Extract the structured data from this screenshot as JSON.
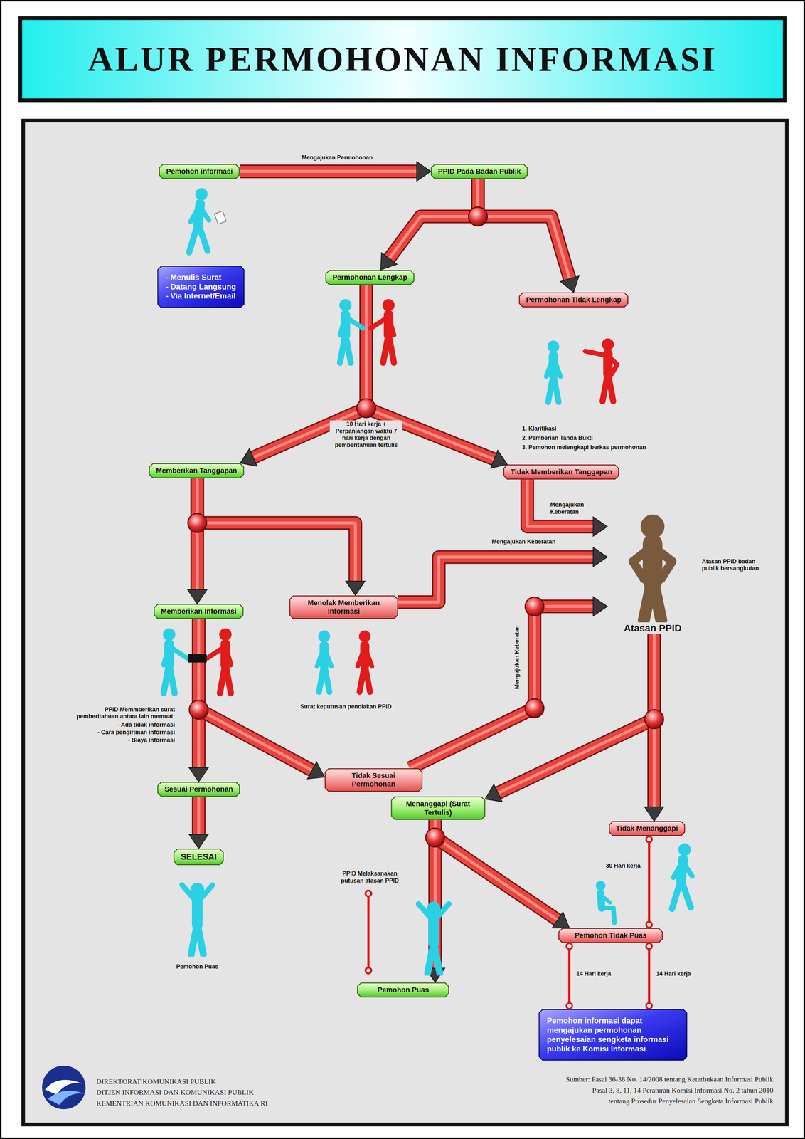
{
  "diagram": {
    "title": "ALUR PERMOHONAN INFORMASI",
    "nodes": [
      {
        "text": [
          "Pemohon informasi"
        ]
      },
      {
        "text": [
          "- Menulis Surat",
          "- Datang Langsung",
          "- Via Internet/Email"
        ]
      },
      {
        "text": [
          "PPID Pada Badan Publik"
        ]
      },
      {
        "text": [
          "Permohonan Lengkap"
        ]
      },
      {
        "text": [
          "Permohonan Tidak Lengkap"
        ]
      },
      {
        "text": [
          "Memberikan Tanggapan"
        ]
      },
      {
        "text": [
          "Tidak Memberikan Tanggapan"
        ]
      },
      {
        "text": [
          "Atasan PPID"
        ]
      },
      {
        "text": [
          "Memberikan Informasi"
        ]
      },
      {
        "text": [
          "Menolak Memberikan Informasi"
        ]
      },
      {
        "text": [
          "Sesuai Permohonan"
        ]
      },
      {
        "text": [
          "Tidak Sesuai Permohonan"
        ]
      },
      {
        "text": [
          "SELESAI"
        ]
      },
      {
        "text": [
          "Menanggapi (Surat Tertulis)"
        ]
      },
      {
        "text": [
          "Tidak Menanggapi"
        ]
      },
      {
        "text": [
          "Pemohon Tidak Puas"
        ]
      },
      {
        "text": [
          "Pemohon Puas"
        ]
      },
      {
        "text": [
          "Pemohon informasi dapat mengajukan permohonan penyelesaian sengketa informasi publik ke Komisi Informasi"
        ]
      }
    ],
    "edges": [
      {
        "from": 0,
        "to": 2,
        "arrow": "to",
        "label": "Mengajukan Permohonan"
      },
      {
        "from": 2,
        "to": 3,
        "arrow": "to"
      },
      {
        "from": 2,
        "to": 4,
        "arrow": "to"
      },
      {
        "from": 3,
        "to": 5,
        "arrow": "to"
      },
      {
        "from": 3,
        "to": 6,
        "arrow": "to"
      },
      {
        "from": 5,
        "to": 8,
        "arrow": "to"
      },
      {
        "from": 5,
        "to": 9,
        "arrow": "to"
      },
      {
        "from": 6,
        "to": 7,
        "arrow": "to",
        "label": "Mengajukan Keberatan"
      },
      {
        "from": 9,
        "to": 7,
        "arrow": "to",
        "label": "Mengajukan Keberatan"
      },
      {
        "from": 11,
        "to": 7,
        "arrow": "to",
        "label": "Mengajukan Keberatan"
      },
      {
        "from": 8,
        "to": 10,
        "arrow": "to"
      },
      {
        "from": 8,
        "to": 11,
        "arrow": "to"
      },
      {
        "from": 10,
        "to": 12,
        "arrow": "to"
      },
      {
        "from": 7,
        "to": 13,
        "arrow": "to"
      },
      {
        "from": 7,
        "to": 14,
        "arrow": "to"
      },
      {
        "from": 13,
        "to": 16,
        "arrow": "to"
      },
      {
        "from": 13,
        "to": 15,
        "arrow": "to"
      },
      {
        "from": 14,
        "to": 15,
        "arrow": "none",
        "label": "30 Hari kerja"
      },
      {
        "from": 15,
        "to": 17,
        "arrow": "none",
        "label": "14 Hari kerja"
      },
      {
        "from": 15,
        "to": 17,
        "arrow": "none",
        "label": "14 Hari kerja"
      }
    ],
    "labels": [
      "1. Klarifikasi",
      "2. Pemberian Tanda Bukti",
      "3. Pemohon melengkapi berkas permohonan",
      "10 Hari kerja + Perpanjangan waktu 7 hari kerja dengan pemberitahuan tertulis",
      "Atasan PPID badan publik bersangkutan",
      "PPID Memmberikan surat pemberitahuan antara lain memuat:",
      "- Ada tidak informasi",
      "- Cara pengiriman informasi",
      "- Biaya informasi",
      "Surat keputusan penolakan PPID",
      "Pemohon Puas",
      "PPID Melaksanakan putusan atasan PPID",
      "DIREKTORAT KOMUNIKASI PUBLIK",
      "DITJEN INFORMASI DAN KOMUNIKASI PUBLIK",
      "KEMENTRIAN KOMUNIKASI DAN INFORMATIKA RI",
      "Sumber: Pasal 36-38 No. 14/2008 tentang Keterbukaan Informasi Publik",
      "Pasal 3, 8, 11, 14 Peraturan Komisi Informasi No. 2 tahun 2010",
      "tentang Prosedur Penyelesaian Sengketa Informasi Publik"
    ]
  }
}
